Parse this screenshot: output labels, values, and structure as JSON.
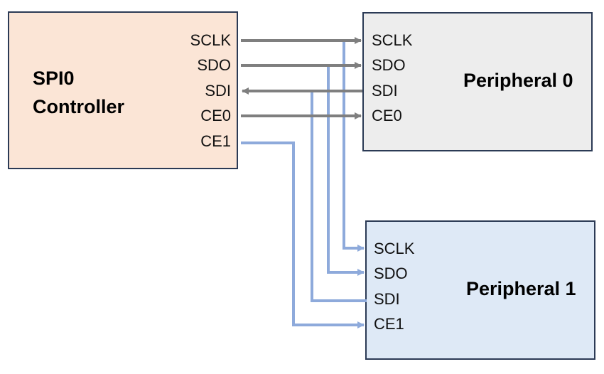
{
  "colors": {
    "controller_fill": "#fbe5d6",
    "peripheral0_fill": "#ededed",
    "peripheral1_fill": "#dee9f6",
    "box_border": "#2b3a55",
    "wire_gray": "#7f7f7f",
    "wire_blue": "#8eaadb"
  },
  "controller": {
    "title_line1": "SPI0",
    "title_line2": "Controller",
    "pins": [
      "SCLK",
      "SDO",
      "SDI",
      "CE0",
      "CE1"
    ]
  },
  "peripheral0": {
    "title": "Peripheral 0",
    "pins": [
      "SCLK",
      "SDO",
      "SDI",
      "CE0"
    ]
  },
  "peripheral1": {
    "title": "Peripheral 1",
    "pins": [
      "SCLK",
      "SDO",
      "SDI",
      "CE1"
    ]
  }
}
